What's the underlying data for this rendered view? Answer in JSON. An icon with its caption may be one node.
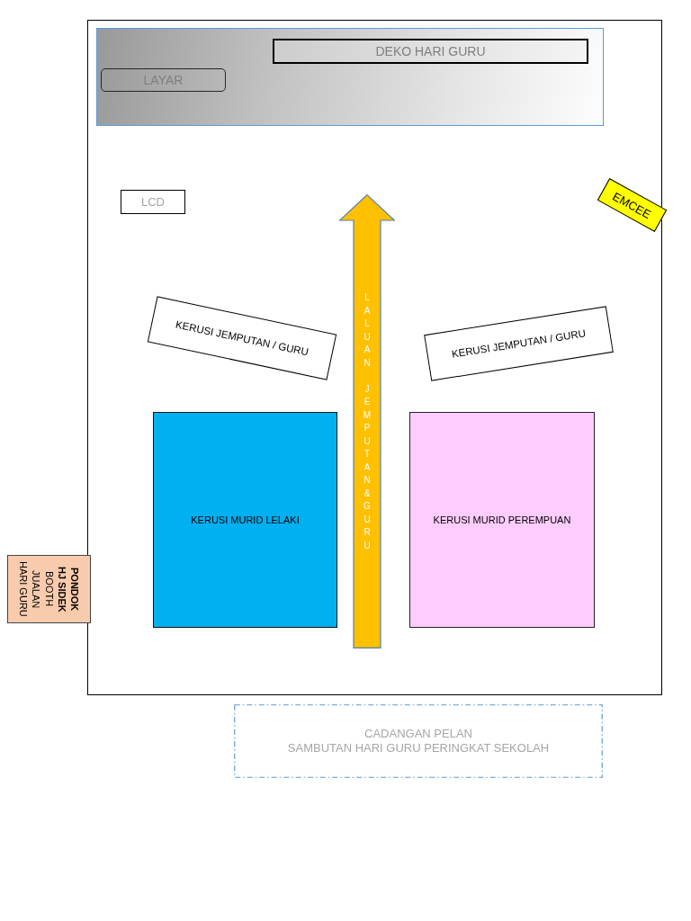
{
  "diagram": {
    "nodes": [
      {
        "text": [],
        "shape": "box"
      },
      {
        "text": [],
        "shape": "box",
        "in": 0
      },
      {
        "text": [
          "DEKO HARI GURU"
        ],
        "in": 1
      },
      {
        "text": [
          "LAYAR"
        ],
        "in": 1
      },
      {
        "text": [
          "LCD"
        ],
        "in": 0
      },
      {
        "text": [
          "EMCEE"
        ],
        "in": 0
      },
      {
        "text": [
          "LALUAN JEMPUTAN&GURU"
        ],
        "in": 0
      },
      {
        "text": [
          "KERUSI JEMPUTAN / GURU"
        ],
        "in": 0
      },
      {
        "text": [
          "KERUSI JEMPUTAN / GURU"
        ],
        "in": 0
      },
      {
        "text": [
          "KERUSI MURID LELAKI"
        ],
        "in": 0
      },
      {
        "text": [
          "KERUSI MURID PEREMPUAN"
        ],
        "in": 0
      },
      {
        "text": [
          "PONDOK HJ SIDEK",
          "BOOTH JUALAN HARI GURU"
        ]
      },
      {
        "text": [
          "CADANGAN PELAN",
          "SAMBUTAN HARI GURU PERINGKAT SEKOLAH"
        ]
      }
    ]
  }
}
